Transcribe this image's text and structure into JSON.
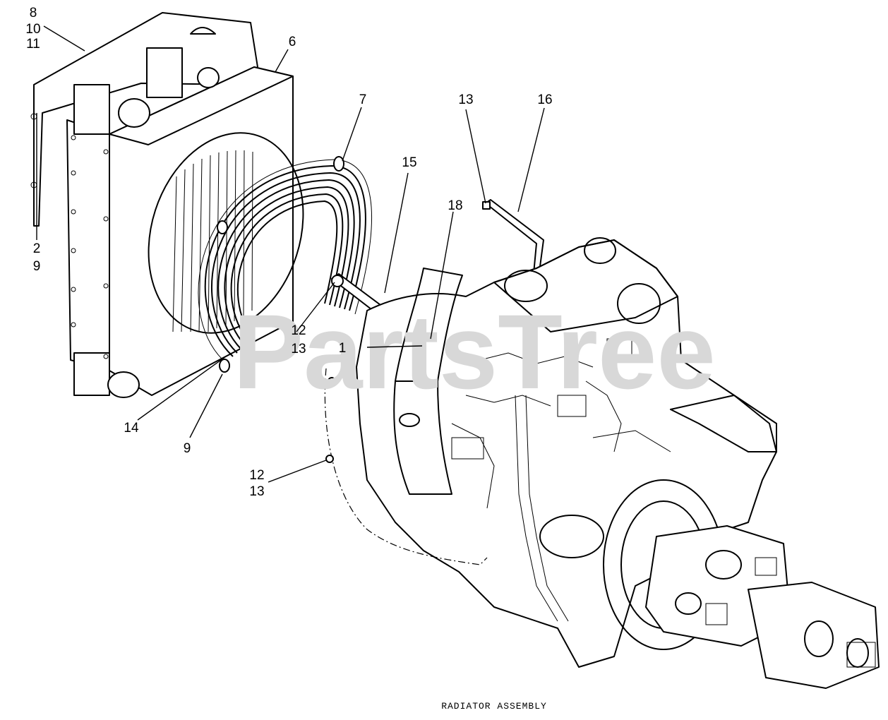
{
  "watermark": "PartsTree",
  "caption": "RADIATOR ASSEMBLY",
  "callouts": {
    "c1": "1",
    "c2": "2",
    "c6": "6",
    "c7": "7",
    "c8": "8",
    "c9a": "9",
    "c9b": "9",
    "c10": "10",
    "c11": "11",
    "c12a": "12",
    "c12b": "12",
    "c13a": "13",
    "c13b": "13",
    "c13c": "13",
    "c14": "14",
    "c15": "15",
    "c16": "16",
    "c18": "18"
  }
}
